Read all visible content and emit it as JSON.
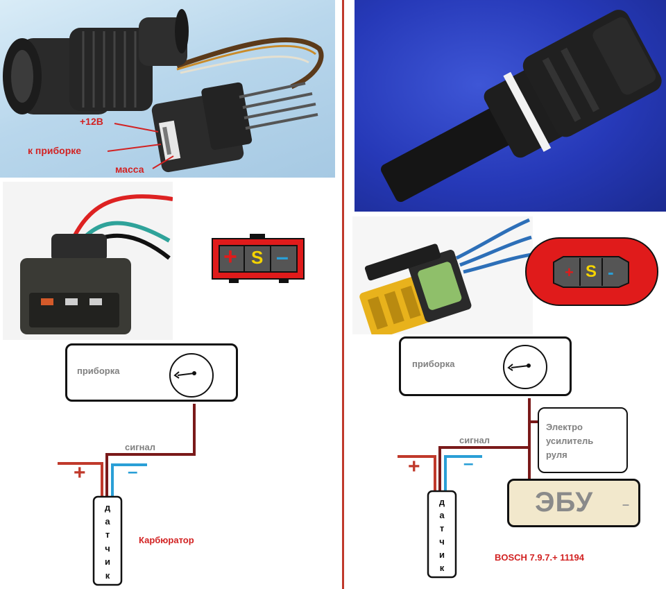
{
  "left_photo": {
    "labels": {
      "plus12": "+12В",
      "to_dash": "к приборке",
      "ground": "масса"
    }
  },
  "left_pinout": {
    "plus": "+",
    "signal": "S",
    "minus": "–"
  },
  "right_pinout": {
    "plus": "+",
    "signal": "S",
    "minus": "-"
  },
  "left_diagram": {
    "dash_label": "приборка",
    "signal_label": "сигнал",
    "plus_label": "+",
    "minus_label": "–",
    "sensor_letters": [
      "д",
      "а",
      "т",
      "ч",
      "и",
      "к"
    ],
    "caption": "Карбюратор"
  },
  "right_diagram": {
    "dash_label": "приборка",
    "signal_label": "сигнал",
    "plus_label": "+",
    "minus_label": "–",
    "eps_label_lines": [
      "Электро",
      "усилитель",
      "руля"
    ],
    "ecu_label": "ЭБУ",
    "ecu_minus": "–",
    "sensor_letters": [
      "д",
      "а",
      "т",
      "ч",
      "и",
      "к"
    ],
    "caption": "BOSCH 7.9.7.+ 11194"
  },
  "colors": {
    "divider": "#c0392b",
    "plus_wire": "#c0392b",
    "minus_wire": "#2a9fd6",
    "signal_wire": "#7a1a1a",
    "pinout_red": "#e01b1b",
    "signal_yellow": "#f5d400",
    "ecu_fill": "#f2e8cc"
  }
}
